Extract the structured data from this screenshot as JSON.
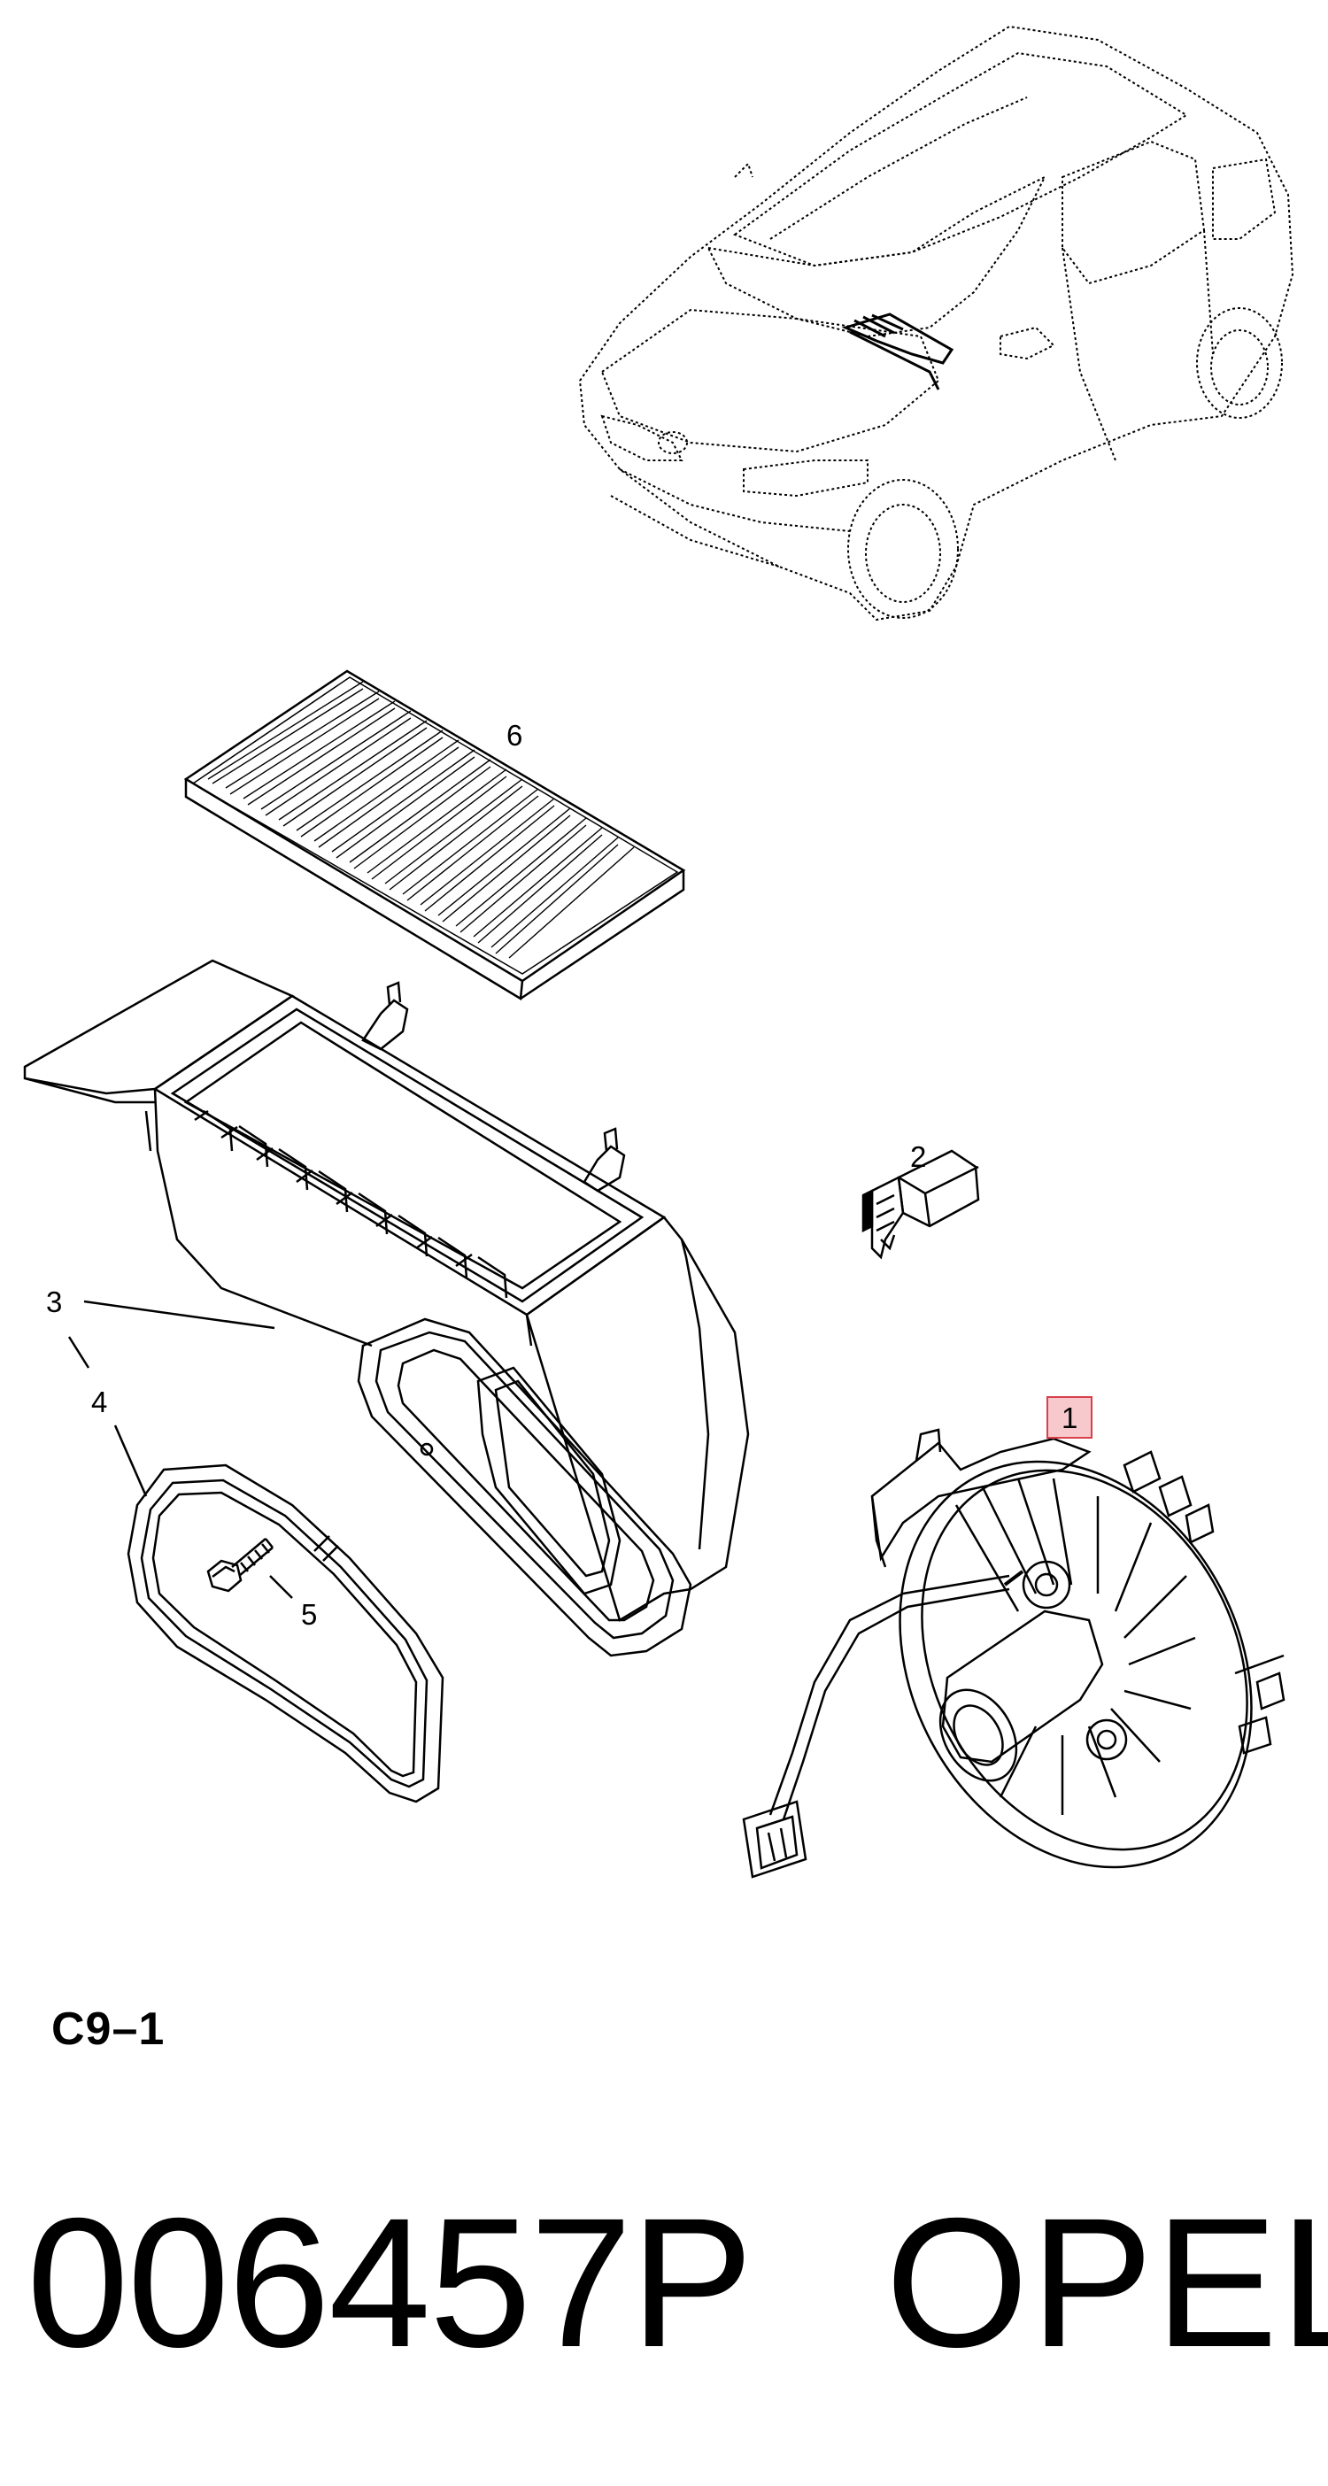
{
  "callouts": {
    "c1": "1",
    "c2": "2",
    "c3": "3",
    "c4": "4",
    "c5": "5",
    "c6": "6"
  },
  "sheet_code": "C9–1",
  "footer": {
    "part_number": "006457P",
    "brand": "OPEL"
  },
  "colors": {
    "line": "#000000",
    "highlight_fill": "#f7c9cc",
    "highlight_stroke": "#d9404b"
  }
}
